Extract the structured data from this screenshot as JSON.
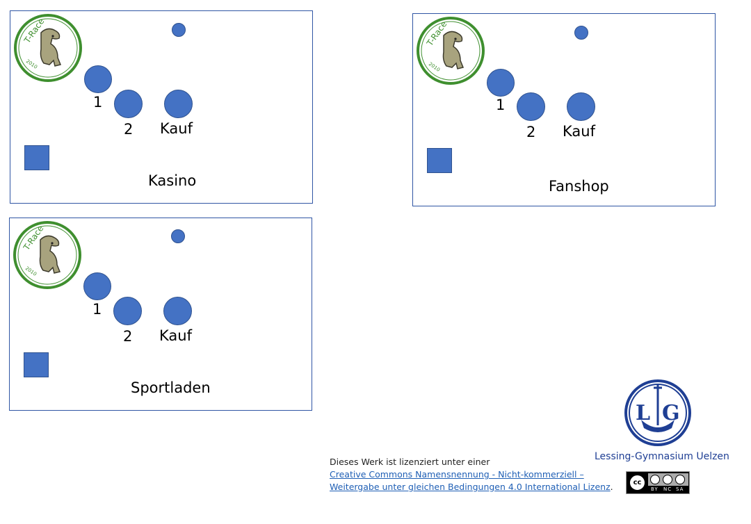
{
  "cards": [
    {
      "title": "Kasino",
      "labels": {
        "one": "1",
        "two": "2",
        "buy": "Kauf"
      },
      "badge_text": "T-Race",
      "badge_year": "2010"
    },
    {
      "title": "Fanshop",
      "labels": {
        "one": "1",
        "two": "2",
        "buy": "Kauf"
      },
      "badge_text": "T-Race",
      "badge_year": "2010"
    },
    {
      "title": "Sportladen",
      "labels": {
        "one": "1",
        "two": "2",
        "buy": "Kauf"
      },
      "badge_text": "T-Race",
      "badge_year": "2010"
    }
  ],
  "license": {
    "intro": "Dieses Werk ist lizenziert unter einer",
    "link_line1": "Creative Commons Namensnennung - Nicht-kommerziell –",
    "link_line2": "Weitergabe unter gleichen Bedingungen 4.0 International Lizenz",
    "suffix": "."
  },
  "cc_badge": {
    "by": "BY",
    "nc": "NC",
    "sa": "SA"
  },
  "school": {
    "name": "Lessing-Gymnasium Uelzen",
    "logo_letters": "LG"
  },
  "colors": {
    "accent_blue": "#4472c4",
    "border_blue": "#2f55a4",
    "badge_green": "#3f8f2f"
  }
}
